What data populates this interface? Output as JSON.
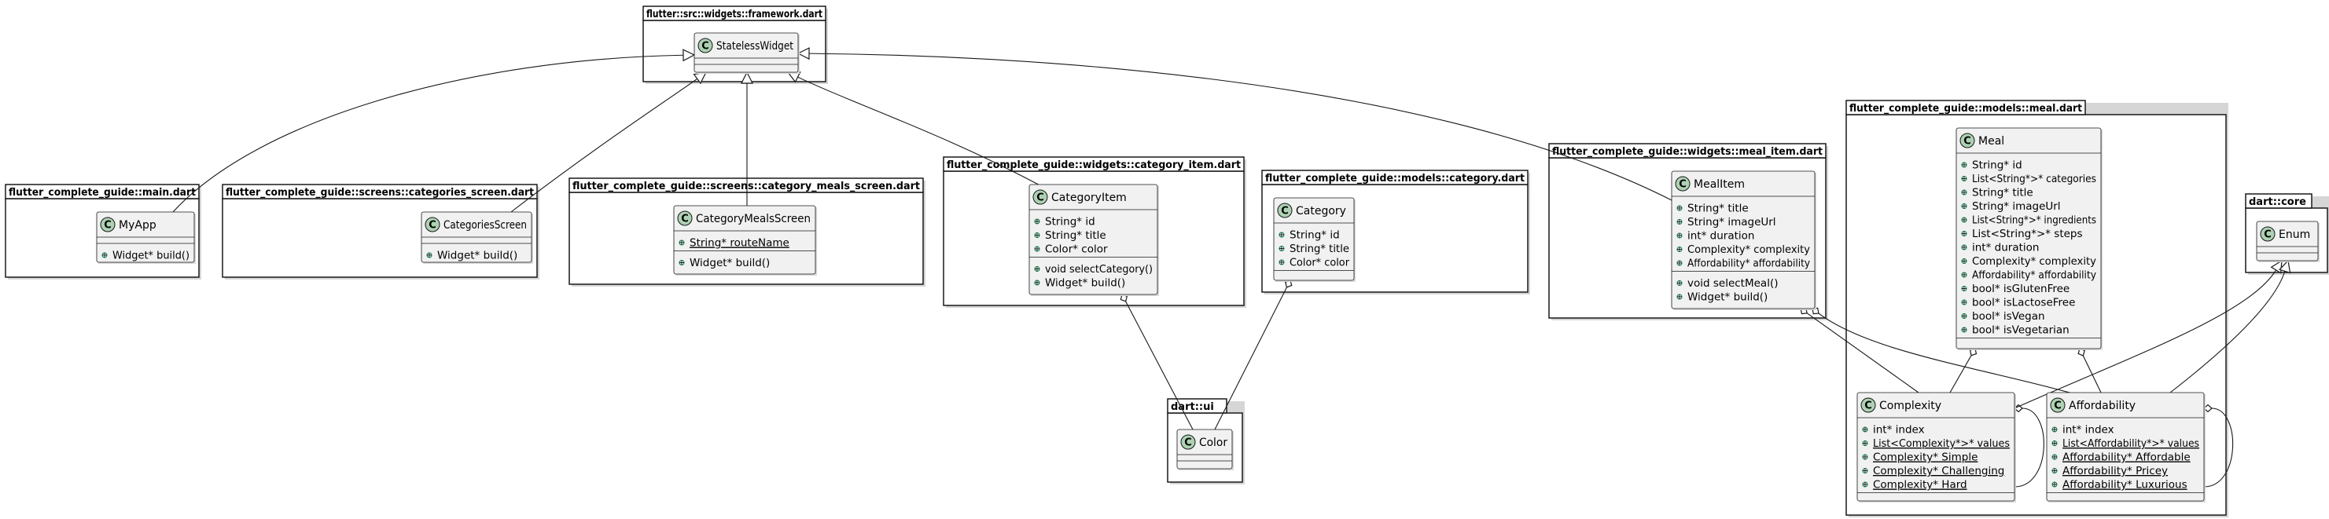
{
  "packages": [
    {
      "id": "framework",
      "title": "flutter::src::widgets::framework.dart"
    },
    {
      "id": "main",
      "title": "flutter_complete_guide::main.dart"
    },
    {
      "id": "categories_screen",
      "title": "flutter_complete_guide::screens::categories_screen.dart"
    },
    {
      "id": "category_meals_screen",
      "title": "flutter_complete_guide::screens::category_meals_screen.dart"
    },
    {
      "id": "category_item",
      "title": "flutter_complete_guide::widgets::category_item.dart"
    },
    {
      "id": "category",
      "title": "flutter_complete_guide::models::category.dart"
    },
    {
      "id": "meal_item",
      "title": "flutter_complete_guide::widgets::meal_item.dart"
    },
    {
      "id": "meal",
      "title": "flutter_complete_guide::models::meal.dart"
    },
    {
      "id": "dart_ui",
      "title": "dart::ui"
    },
    {
      "id": "dart_core",
      "title": "dart::core"
    }
  ],
  "classes": [
    {
      "id": "StatelessWidget",
      "name": "StatelessWidget",
      "glyph": "C",
      "fields": [],
      "methods": []
    },
    {
      "id": "MyApp",
      "name": "MyApp",
      "glyph": "C",
      "fields": [],
      "methods": [
        {
          "vis": "+",
          "text": "Widget* build()"
        }
      ]
    },
    {
      "id": "CategoriesScreen",
      "name": "CategoriesScreen",
      "glyph": "C",
      "fields": [],
      "methods": [
        {
          "vis": "+",
          "text": "Widget* build()"
        }
      ]
    },
    {
      "id": "CategoryMealsScreen",
      "name": "CategoryMealsScreen",
      "glyph": "C",
      "fields": [
        {
          "vis": "+",
          "text": "String* routeName",
          "static": true
        }
      ],
      "methods": [
        {
          "vis": "+",
          "text": "Widget* build()"
        }
      ]
    },
    {
      "id": "CategoryItem",
      "name": "CategoryItem",
      "glyph": "C",
      "fields": [
        {
          "vis": "+",
          "text": "String* id"
        },
        {
          "vis": "+",
          "text": "String* title"
        },
        {
          "vis": "+",
          "text": "Color* color"
        }
      ],
      "methods": [
        {
          "vis": "+",
          "text": "void selectCategory()"
        },
        {
          "vis": "+",
          "text": "Widget* build()"
        }
      ]
    },
    {
      "id": "Category",
      "name": "Category",
      "glyph": "C",
      "fields": [
        {
          "vis": "+",
          "text": "String* id"
        },
        {
          "vis": "+",
          "text": "String* title"
        },
        {
          "vis": "+",
          "text": "Color* color"
        }
      ],
      "methods": []
    },
    {
      "id": "MealItem",
      "name": "MealItem",
      "glyph": "C",
      "fields": [
        {
          "vis": "+",
          "text": "String* title"
        },
        {
          "vis": "+",
          "text": "String* imageUrl"
        },
        {
          "vis": "+",
          "text": "int* duration"
        },
        {
          "vis": "+",
          "text": "Complexity* complexity"
        },
        {
          "vis": "+",
          "text": "Affordability* affordability"
        }
      ],
      "methods": [
        {
          "vis": "+",
          "text": "void selectMeal()"
        },
        {
          "vis": "+",
          "text": "Widget* build()"
        }
      ]
    },
    {
      "id": "Meal",
      "name": "Meal",
      "glyph": "C",
      "fields": [
        {
          "vis": "+",
          "text": "String* id"
        },
        {
          "vis": "+",
          "text": "List<String*>* categories"
        },
        {
          "vis": "+",
          "text": "String* title"
        },
        {
          "vis": "+",
          "text": "String* imageUrl"
        },
        {
          "vis": "+",
          "text": "List<String*>* ingredients"
        },
        {
          "vis": "+",
          "text": "List<String*>* steps"
        },
        {
          "vis": "+",
          "text": "int* duration"
        },
        {
          "vis": "+",
          "text": "Complexity* complexity"
        },
        {
          "vis": "+",
          "text": "Affordability* affordability"
        },
        {
          "vis": "+",
          "text": "bool* isGlutenFree"
        },
        {
          "vis": "+",
          "text": "bool* isLactoseFree"
        },
        {
          "vis": "+",
          "text": "bool* isVegan"
        },
        {
          "vis": "+",
          "text": "bool* isVegetarian"
        }
      ],
      "methods": []
    },
    {
      "id": "Complexity",
      "name": "Complexity",
      "glyph": "C",
      "fields": [
        {
          "vis": "+",
          "text": "int* index"
        },
        {
          "vis": "+",
          "text": "List<Complexity*>* values",
          "static": true
        },
        {
          "vis": "+",
          "text": "Complexity* Simple",
          "static": true
        },
        {
          "vis": "+",
          "text": "Complexity* Challenging",
          "static": true
        },
        {
          "vis": "+",
          "text": "Complexity* Hard",
          "static": true
        }
      ],
      "methods": []
    },
    {
      "id": "Affordability",
      "name": "Affordability",
      "glyph": "C",
      "fields": [
        {
          "vis": "+",
          "text": "int* index"
        },
        {
          "vis": "+",
          "text": "List<Affordability*>* values",
          "static": true
        },
        {
          "vis": "+",
          "text": "Affordability* Affordable",
          "static": true
        },
        {
          "vis": "+",
          "text": "Affordability* Pricey",
          "static": true
        },
        {
          "vis": "+",
          "text": "Affordability* Luxurious",
          "static": true
        }
      ],
      "methods": []
    },
    {
      "id": "Color",
      "name": "Color",
      "glyph": "C",
      "fields": [],
      "methods": []
    },
    {
      "id": "Enum",
      "name": "Enum",
      "glyph": "C",
      "fields": [],
      "methods": []
    }
  ],
  "relations": [
    {
      "from": "MyApp",
      "to": "StatelessWidget",
      "kind": "extends"
    },
    {
      "from": "CategoriesScreen",
      "to": "StatelessWidget",
      "kind": "extends"
    },
    {
      "from": "CategoryMealsScreen",
      "to": "StatelessWidget",
      "kind": "extends"
    },
    {
      "from": "CategoryItem",
      "to": "StatelessWidget",
      "kind": "extends"
    },
    {
      "from": "MealItem",
      "to": "StatelessWidget",
      "kind": "extends"
    },
    {
      "from": "CategoryItem",
      "to": "Color",
      "kind": "aggregation"
    },
    {
      "from": "Category",
      "to": "Color",
      "kind": "aggregation"
    },
    {
      "from": "MealItem",
      "to": "Complexity",
      "kind": "aggregation"
    },
    {
      "from": "MealItem",
      "to": "Affordability",
      "kind": "aggregation"
    },
    {
      "from": "Meal",
      "to": "Complexity",
      "kind": "aggregation"
    },
    {
      "from": "Meal",
      "to": "Affordability",
      "kind": "aggregation"
    },
    {
      "from": "Complexity",
      "to": "Complexity",
      "kind": "aggregation"
    },
    {
      "from": "Affordability",
      "to": "Affordability",
      "kind": "aggregation"
    },
    {
      "from": "Complexity",
      "to": "Enum",
      "kind": "extends"
    },
    {
      "from": "Affordability",
      "to": "Enum",
      "kind": "extends"
    }
  ],
  "colors": {
    "class_fill": "#f1f1f1",
    "class_stroke": "#181818",
    "glyph_fill": "#add1b2",
    "package_fill": "#ffffff",
    "line": "#181818"
  }
}
